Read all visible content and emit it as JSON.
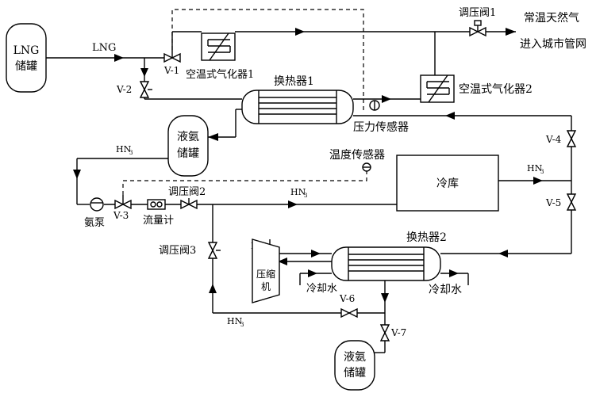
{
  "labels": {
    "lng_tank_line1": "LNG",
    "lng_tank_line2": "储罐",
    "lng_flow": "LNG",
    "v1": "V-1",
    "v2": "V-2",
    "v3": "V-3",
    "v4": "V-4",
    "v5": "V-5",
    "v6": "V-6",
    "v7": "V-7",
    "vaporizer1": "空温式气化器1",
    "vaporizer2": "空温式气化器2",
    "pressure_valve1": "调压阀1",
    "pressure_valve2": "调压阀2",
    "pressure_valve3": "调压阀3",
    "natural_gas_line1": "常温天然气",
    "natural_gas_line2": "进入城市管网",
    "heat_exchanger1": "换热器1",
    "heat_exchanger2": "换热器2",
    "pressure_sensor": "压力传感器",
    "temperature_sensor": "温度传感器",
    "ammonia_tank_top_line1": "液氨",
    "ammonia_tank_top_line2": "储罐",
    "ammonia_tank_bottom_line1": "液氨",
    "ammonia_tank_bottom_line2": "储罐",
    "ammonia_pump": "氨泵",
    "flowmeter": "流量计",
    "cold_storage": "冷库",
    "compressor_line1": "压缩",
    "compressor_line2": "机",
    "cooling_water_in": "冷却水",
    "cooling_water_out": "冷却水",
    "hn3": "HN",
    "hn3_sub": "3"
  }
}
